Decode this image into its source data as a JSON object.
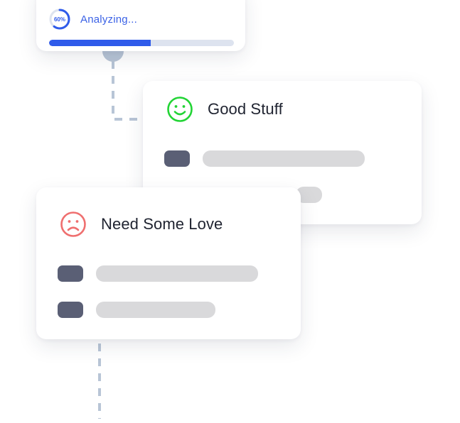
{
  "progress": {
    "percent_label": "60%",
    "status_label": "Analyzing...",
    "fill_fraction": 0.55,
    "ring_fraction": 0.6,
    "accent_color": "#2f5bea"
  },
  "cards": [
    {
      "title": "Good Stuff",
      "icon": "smiley-face-icon",
      "icon_color": "#22d435"
    },
    {
      "title": "Need Some Love",
      "icon": "frown-face-icon",
      "icon_color": "#ef6f6f"
    }
  ],
  "colors": {
    "connector": "#b8c5d6",
    "placeholder_dark": "#5a5f75",
    "placeholder_light": "#d9d9db"
  }
}
